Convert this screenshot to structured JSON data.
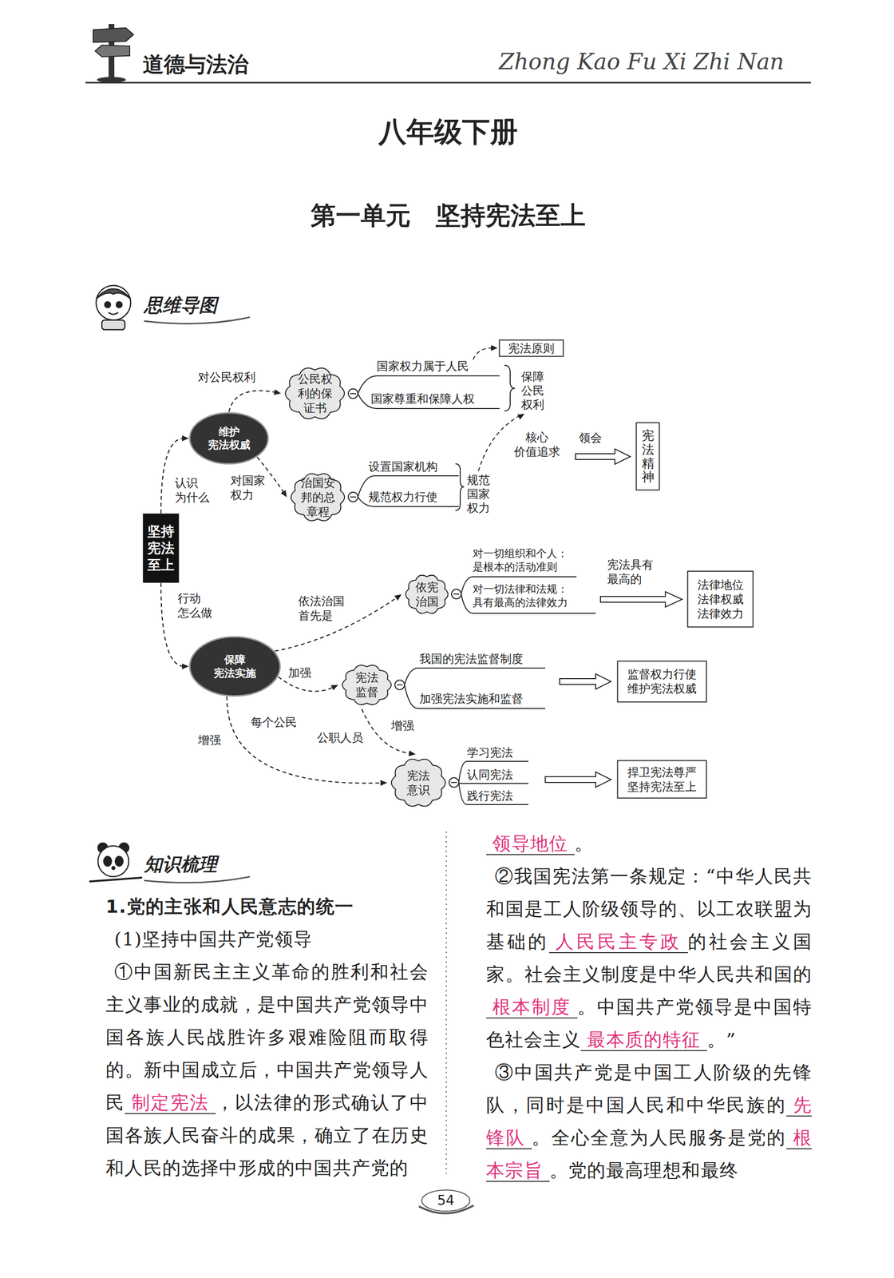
{
  "diagram": {
    "title": "八年级下册",
    "nodes": [
      {
        "text": [
          "坚持宪法至上"
        ]
      },
      {
        "text": [
          "维护 宪法权威"
        ]
      },
      {
        "text": [
          "保障 宪法实施"
        ]
      },
      {
        "text": [
          "公民权利的保证书"
        ]
      },
      {
        "text": [
          "治国安邦的总章程"
        ]
      },
      {
        "text": [
          "依宪治国"
        ]
      },
      {
        "text": [
          "宪法监督"
        ]
      },
      {
        "text": [
          "宪法意识"
        ]
      },
      {
        "text": [
          "宪法原则"
        ]
      },
      {
        "text": [
          "宪法精神"
        ]
      },
      {
        "text": [
          "法律地位 法律权威 法律效力"
        ]
      },
      {
        "text": [
          "监督权力行使 维护宪法权威"
        ]
      },
      {
        "text": [
          "捍卫宪法尊严 坚持宪法至上"
        ]
      }
    ],
    "edges": [
      {
        "from": 0,
        "to": 1,
        "label": "认识 为什么",
        "arrow": "to"
      },
      {
        "from": 0,
        "to": 2,
        "label": "行动 怎么做",
        "arrow": "to"
      },
      {
        "from": 1,
        "to": 3,
        "label": "对公民权利",
        "arrow": "to"
      },
      {
        "from": 1,
        "to": 4,
        "label": "对国家 权力",
        "arrow": "to"
      },
      {
        "from": 2,
        "to": 5,
        "label": "依法治国 首先是",
        "arrow": "to"
      },
      {
        "from": 2,
        "to": 6,
        "label": "加强",
        "arrow": "to"
      },
      {
        "from": 2,
        "to": 7,
        "label": "增强",
        "arrow": "to"
      },
      {
        "from": 6,
        "to": 7,
        "label": "增强",
        "arrow": "to"
      }
    ],
    "labels": [
      "道德与法治",
      "Zhong Kao Fu Xi Zhi Nan",
      "第一单元　坚持宪法至上",
      "思维导图",
      "国家权力属于人民",
      "国家尊重和保障人权",
      "保障公民权利",
      "设置国家机构",
      "规范权力行使",
      "规范国家权力",
      "核心 价值追求",
      "领会",
      "对一切组织和个人： 是根本的活动准则",
      "对一切法律和法规： 具有最高的法律效力",
      "宪法具有 最高的",
      "我国的宪法监督制度",
      "加强宪法实施和监督",
      "每个公民",
      "公职人员",
      "学习宪法",
      "认同宪法",
      "践行宪法",
      "知识梳理",
      "1.党的主张和人民意志的统一",
      "(1)坚持中国共产党领导",
      "①中国新民主主义革命的胜利和社会主义事业的成就，是中国共产党领导中国各族人民战胜许多艰难险阻而取得的。新中国成立后，中国共产党领导人民",
      "制定宪法",
      "，以法律的形式确认了中国各族人民奋斗的成果，确立了在历史和人民的选择中形成的中国共产党的",
      "领导地位",
      "。",
      "②我国宪法第一条规定：“中华人民共和国是工人阶级领导的、以工农联盟为基础的",
      "人民民主专政",
      "的社会主义国家。社会主义制度是中华人民共和国的",
      "根本制度",
      "。中国共产党领导是中国特色社会主义",
      "最本质的特征",
      "。”",
      "③中国共产党是中国工人阶级的先锋队，同时是中国人民和中华民族的",
      "先锋队",
      "。全心全意为人民服务是党的",
      "根本宗旨",
      "。党的最高理想和最终",
      "54"
    ]
  }
}
